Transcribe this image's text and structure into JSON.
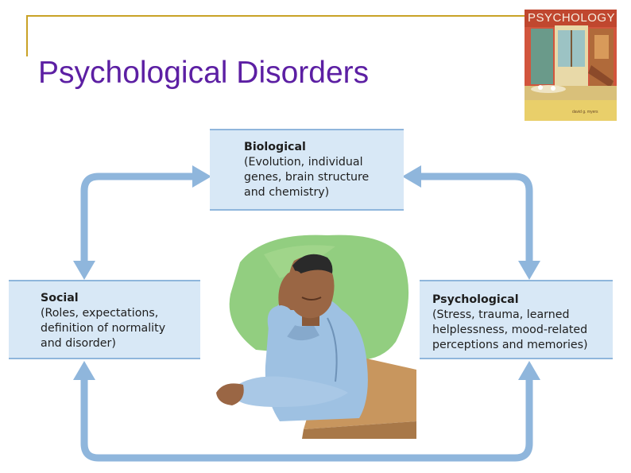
{
  "slide": {
    "title": "Psychological Disorders"
  },
  "book_cover": {
    "title": "PSYCHOLOGY",
    "author": "david g. myers"
  },
  "diagram": {
    "nodes": {
      "biological": {
        "heading": "Biological",
        "detail_lines": [
          "(Evolution, individual",
          "genes, brain structure",
          "and chemistry)"
        ]
      },
      "social": {
        "heading": "Social",
        "detail_lines": [
          "(Roles, expectations,",
          "definition of normality",
          "and disorder)"
        ]
      },
      "psychological": {
        "heading": "Psychological",
        "detail_lines": [
          "(Stress, trauma, learned",
          "helplessness, mood-related",
          "perceptions and memories)"
        ]
      }
    },
    "connections": [
      {
        "from": "social",
        "to": "biological",
        "bidirectional": true
      },
      {
        "from": "biological",
        "to": "psychological",
        "bidirectional": true
      },
      {
        "from": "social",
        "to": "psychological",
        "bidirectional": true
      }
    ],
    "center_image": "man-with-hand-on-head-illustration"
  },
  "colors": {
    "title": "#5c1fa3",
    "accent_line": "#c9a227",
    "box_fill": "#d8e8f6",
    "box_border": "#8fb6dc",
    "arrow": "#8fb6dc",
    "text": "#1e1e1e"
  }
}
